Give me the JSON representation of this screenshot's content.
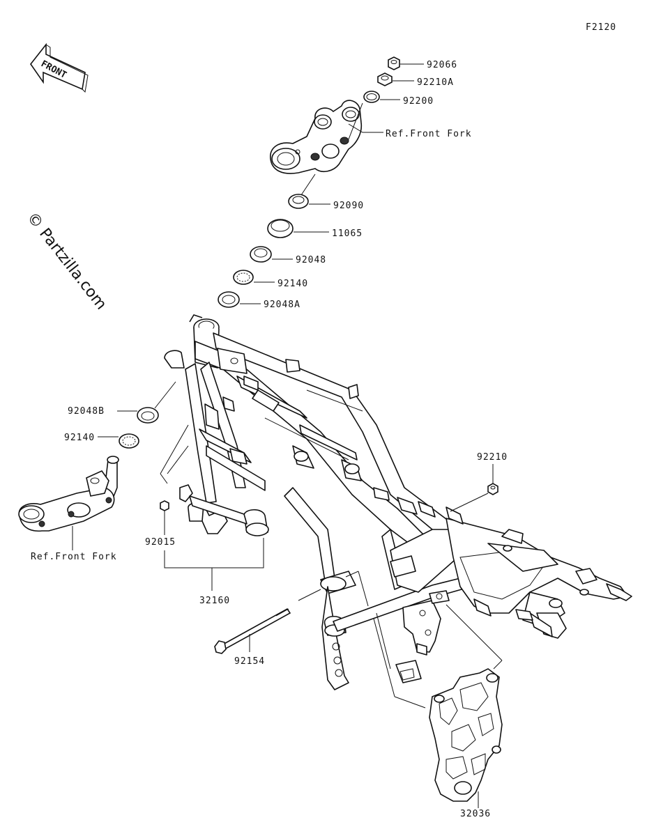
{
  "diagram_id": "F2120",
  "watermark": "© Partzilla.com",
  "front_arrow": "FRONT",
  "labels": {
    "p92066": "92066",
    "p92210A": "92210A",
    "p92200": "92200",
    "ref_fork_top": "Ref.Front Fork",
    "p92090": "92090",
    "p11065": "11065",
    "p92048": "92048",
    "p92140_top": "92140",
    "p92048A": "92048A",
    "p92048B": "92048B",
    "p92140_left": "92140",
    "p92210": "92210",
    "p92015": "92015",
    "ref_fork_bottom": "Ref.Front Fork",
    "p32160": "32160",
    "p92154": "92154",
    "p32036": "32036"
  }
}
